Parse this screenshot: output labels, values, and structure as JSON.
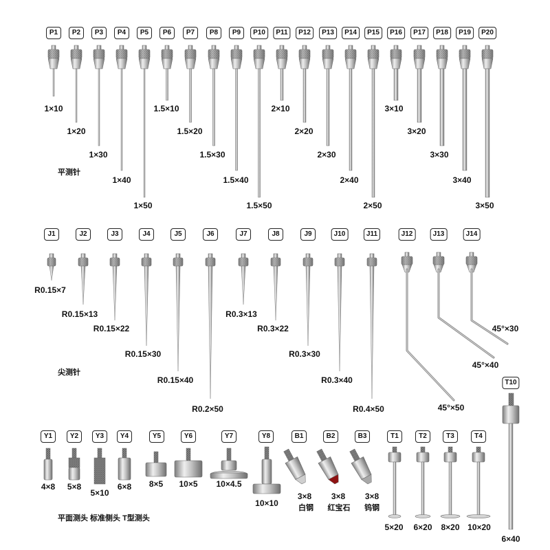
{
  "flat_probes": {
    "title": "平测针",
    "items": [
      {
        "code": "P1",
        "size": "1×10"
      },
      {
        "code": "P2",
        "size": "1×20"
      },
      {
        "code": "P3",
        "size": "1×30"
      },
      {
        "code": "P4",
        "size": "1×40"
      },
      {
        "code": "P5",
        "size": "1×50"
      },
      {
        "code": "P6",
        "size": "1.5×10"
      },
      {
        "code": "P7",
        "size": "1.5×20"
      },
      {
        "code": "P8",
        "size": "1.5×30"
      },
      {
        "code": "P9",
        "size": "1.5×40"
      },
      {
        "code": "P10",
        "size": "1.5×50"
      },
      {
        "code": "P11",
        "size": "2×10"
      },
      {
        "code": "P12",
        "size": "2×20"
      },
      {
        "code": "P13",
        "size": "2×30"
      },
      {
        "code": "P14",
        "size": "2×40"
      },
      {
        "code": "P15",
        "size": "2×50"
      },
      {
        "code": "P16",
        "size": "3×10"
      },
      {
        "code": "P17",
        "size": "3×20"
      },
      {
        "code": "P18",
        "size": "3×30"
      },
      {
        "code": "P19",
        "size": "3×40"
      },
      {
        "code": "P20",
        "size": "3×50"
      }
    ]
  },
  "pointed_probes": {
    "title": "尖测针",
    "items": [
      {
        "code": "J1",
        "size": "R0.15×7"
      },
      {
        "code": "J2",
        "size": "R0.15×13"
      },
      {
        "code": "J3",
        "size": "R0.15×22"
      },
      {
        "code": "J4",
        "size": "R0.15×30"
      },
      {
        "code": "J5",
        "size": "R0.15×40"
      },
      {
        "code": "J6",
        "size": "R0.2×50"
      },
      {
        "code": "J7",
        "size": "R0.3×13"
      },
      {
        "code": "J8",
        "size": "R0.3×22"
      },
      {
        "code": "J9",
        "size": "R0.3×30"
      },
      {
        "code": "J10",
        "size": "R0.3×40"
      },
      {
        "code": "J11",
        "size": "R0.4×50"
      },
      {
        "code": "J12",
        "size": "45°×50"
      },
      {
        "code": "J13",
        "size": "45°×40"
      },
      {
        "code": "J14",
        "size": "45°×30"
      }
    ]
  },
  "heads": {
    "title": "平面测头 标准侧头 T型测头",
    "flat": [
      {
        "code": "Y1",
        "size": "4×8"
      },
      {
        "code": "Y2",
        "size": "5×8"
      },
      {
        "code": "Y3",
        "size": "5×10"
      },
      {
        "code": "Y4",
        "size": "6×8"
      },
      {
        "code": "Y5",
        "size": "8×5"
      },
      {
        "code": "Y6",
        "size": "10×5"
      },
      {
        "code": "Y7",
        "size": "10×4.5"
      },
      {
        "code": "Y8",
        "size": "10×10"
      }
    ],
    "standard": [
      {
        "code": "B1",
        "size": "3×8",
        "material": "白钢"
      },
      {
        "code": "B2",
        "size": "3×8",
        "material": "红宝石"
      },
      {
        "code": "B3",
        "size": "3×8",
        "material": "钨钢"
      }
    ],
    "t_type": [
      {
        "code": "T1",
        "size": "5×20"
      },
      {
        "code": "T2",
        "size": "6×20"
      },
      {
        "code": "T3",
        "size": "8×20"
      },
      {
        "code": "T4",
        "size": "10×20"
      },
      {
        "code": "T10",
        "size": "6×40"
      }
    ]
  },
  "colors": {
    "metal_light": "#e6e6e6",
    "metal_dark": "#7d7d7d",
    "ruby": "#8e1212"
  }
}
